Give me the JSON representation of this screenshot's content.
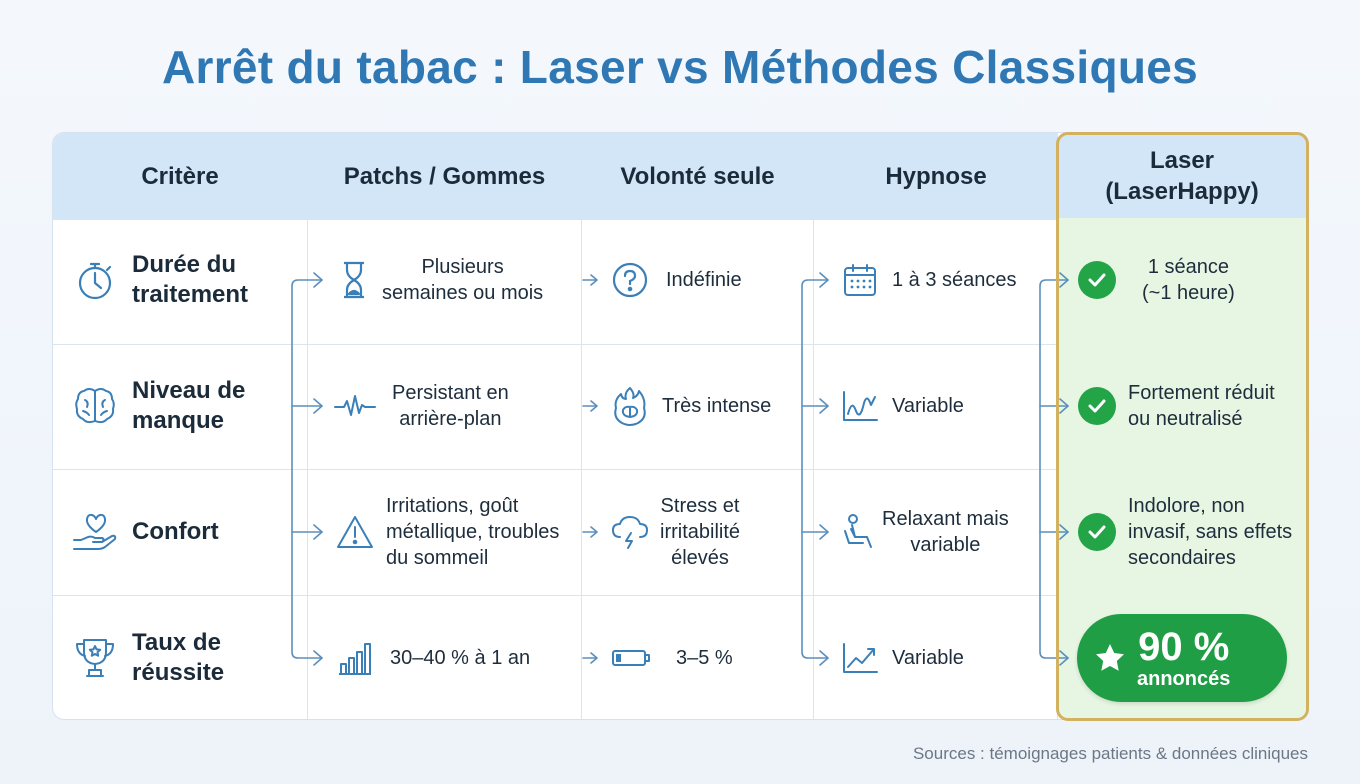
{
  "title": "Arrêt du tabac : Laser vs Méthodes Classiques",
  "headers": {
    "critere": "Critère",
    "patchs": "Patchs / Gommes",
    "volonte": "Volonté seule",
    "hypnose": "Hypnose",
    "laser_line1": "Laser",
    "laser_line2": "(LaserHappy)"
  },
  "rows": [
    {
      "criterion_line1": "Durée du",
      "criterion_line2": "traitement",
      "criterion_icon": "stopwatch-icon",
      "patchs_line1": "Plusieurs",
      "patchs_line2": "semaines ou mois",
      "patchs_icon": "hourglass-icon",
      "volonte": "Indéfinie",
      "volonte_icon": "question-icon",
      "hypnose": "1 à 3 séances",
      "hypnose_icon": "calendar-icon",
      "laser_line1": "1 séance",
      "laser_line2": "(~1 heure)"
    },
    {
      "criterion_line1": "Niveau de",
      "criterion_line2": "manque",
      "criterion_icon": "brain-icon",
      "patchs_line1": "Persistant en",
      "patchs_line2": "arrière-plan",
      "patchs_icon": "pulse-icon",
      "volonte": "Très intense",
      "volonte_icon": "burning-brain-icon",
      "hypnose": "Variable",
      "hypnose_icon": "wave-chart-icon",
      "laser_line1": "Fortement réduit",
      "laser_line2": "ou neutralisé"
    },
    {
      "criterion_line1": "Confort",
      "criterion_icon": "heart-hand-icon",
      "patchs_line1": "Irritations, goût",
      "patchs_line2": "métallique, troubles",
      "patchs_line3": "du sommeil",
      "patchs_icon": "warning-icon",
      "volonte_line1": "Stress et",
      "volonte_line2": "irritabilité",
      "volonte_line3": "élevés",
      "volonte_icon": "storm-cloud-icon",
      "hypnose_line1": "Relaxant mais",
      "hypnose_line2": "variable",
      "hypnose_icon": "reclining-person-icon",
      "laser_line1": "Indolore, non",
      "laser_line2": "invasif, sans effets",
      "laser_line3": "secondaires"
    },
    {
      "criterion_line1": "Taux de",
      "criterion_line2": "réussite",
      "criterion_icon": "trophy-icon",
      "patchs": "30–40 % à 1 an",
      "patchs_icon": "bar-chart-icon",
      "volonte": "3–5 %",
      "volonte_icon": "low-battery-icon",
      "hypnose": "Variable",
      "hypnose_icon": "trend-chart-icon",
      "laser_big": "90 %",
      "laser_small": "annoncés"
    }
  ],
  "sources": "Sources : témoignages patients & données cliniques",
  "colors": {
    "title": "#2f78b4",
    "header_bg": "#d3e6f8",
    "laser_bg": "#e7f6e3",
    "laser_border": "#d2b25e",
    "success_green": "#22a447",
    "icon_blue": "#3b7fb8"
  }
}
